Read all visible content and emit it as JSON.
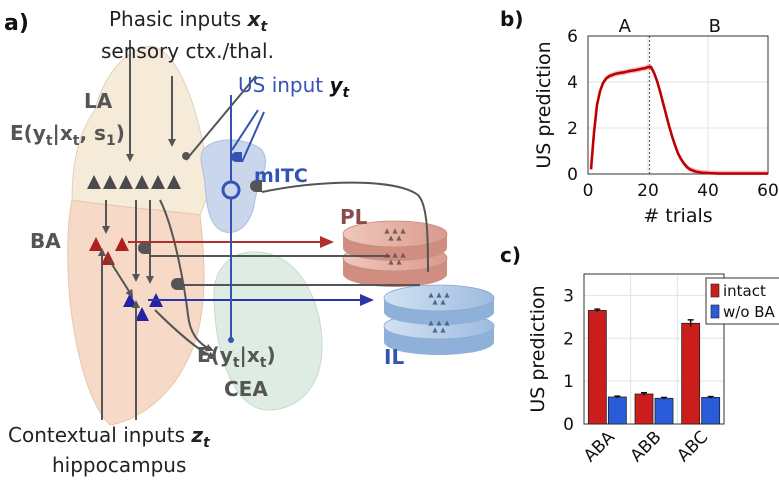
{
  "panel_a": {
    "label": "a)",
    "phasic_line1": "Phasic inputs ",
    "phasic_var": "x",
    "phasic_sub": "t",
    "phasic_line2": "sensory ctx./thal.",
    "us_text": "US input ",
    "us_var": "y",
    "us_sub": "t",
    "la_title": "LA",
    "la_expr": "E(y",
    "la_sub1": "t",
    "la_mid": "|x",
    "la_sub2": "t",
    "la_tail": ", s",
    "la_sub3": "1",
    "la_close": ")",
    "mitc": "mITC",
    "ba": "BA",
    "pl": "PL",
    "il": "IL",
    "cea_expr": "E(y",
    "cea_sub1": "t",
    "cea_mid": "|x",
    "cea_sub2": "t",
    "cea_close": ")",
    "cea": "CEA",
    "ctx_line1": "Contextual inputs ",
    "ctx_var": "z",
    "ctx_sub": "t",
    "ctx_line2": "hippocampus"
  },
  "colors": {
    "la_fill": "#f6ead9",
    "ba_fill": "#f6d9c6",
    "itc_fill": "#c9d6ec",
    "cea_fill": "#dcebe2",
    "pl_fill": "#e8b4a8",
    "il_fill": "#b8cfe8",
    "red": "#a52a2a",
    "blue": "#2b34a8",
    "us_blue": "#3454b4",
    "gray": "#555555",
    "line": "#c00000"
  },
  "chart_data": [
    {
      "panel": "b)",
      "type": "line",
      "ylabel": "US prediction",
      "xlabel": "# trials",
      "xlim": [
        0,
        60
      ],
      "ylim": [
        0,
        6
      ],
      "xticks": [
        "0",
        "20",
        "40",
        "60"
      ],
      "yticks": [
        "0",
        "2",
        "4",
        "6"
      ],
      "phase_labels": [
        "A",
        "B"
      ],
      "phase_boundary": 20.5,
      "grid": true,
      "x": [
        1,
        2,
        3,
        4,
        5,
        6,
        7,
        8,
        9,
        10,
        11,
        12,
        13,
        14,
        15,
        16,
        17,
        18,
        19,
        20,
        21,
        22,
        23,
        24,
        25,
        26,
        27,
        28,
        29,
        30,
        31,
        32,
        33,
        34,
        35,
        36,
        37,
        38,
        39,
        40,
        41,
        42,
        43,
        44,
        45,
        46,
        47,
        48,
        49,
        50,
        51,
        52,
        53,
        54,
        55,
        56,
        57,
        58,
        59,
        60
      ],
      "y": [
        0.2,
        1.8,
        3.0,
        3.6,
        3.95,
        4.15,
        4.25,
        4.3,
        4.35,
        4.38,
        4.4,
        4.42,
        4.45,
        4.48,
        4.5,
        4.52,
        4.55,
        4.58,
        4.6,
        4.65,
        4.65,
        4.4,
        4.05,
        3.6,
        3.1,
        2.6,
        2.1,
        1.65,
        1.25,
        0.9,
        0.65,
        0.45,
        0.3,
        0.2,
        0.15,
        0.1,
        0.08,
        0.06,
        0.05,
        0.04,
        0.03,
        0.03,
        0.02,
        0.02,
        0.02,
        0.02,
        0.02,
        0.02,
        0.02,
        0.02,
        0.02,
        0.02,
        0.02,
        0.02,
        0.02,
        0.02,
        0.02,
        0.02,
        0.02,
        0.02
      ]
    },
    {
      "panel": "c)",
      "type": "bar",
      "ylabel": "US prediction",
      "categories": [
        "ABA",
        "ABB",
        "ABC"
      ],
      "ylim": [
        0,
        3.5
      ],
      "yticks": [
        "0",
        "1",
        "2",
        "3"
      ],
      "grid": true,
      "legend_position": "top-right",
      "series": [
        {
          "name": "intact",
          "values": [
            2.65,
            0.7,
            2.35
          ],
          "errors": [
            0.03,
            0.03,
            0.08
          ]
        },
        {
          "name": "w/o BA",
          "values": [
            0.63,
            0.6,
            0.62
          ],
          "errors": [
            0.02,
            0.02,
            0.02
          ]
        }
      ]
    }
  ]
}
